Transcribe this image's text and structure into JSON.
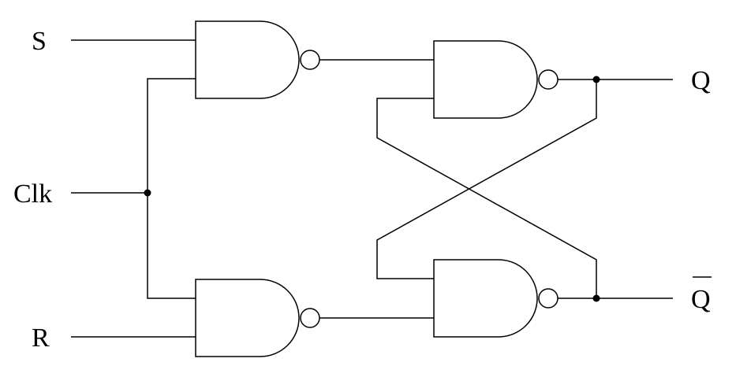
{
  "diagram": {
    "labels": {
      "s": "S",
      "clk": "Clk",
      "r": "R",
      "q": "Q",
      "q_bar": "Q"
    },
    "q_bar_has_overline": true,
    "gate_type": "NAND",
    "colors": {
      "line": "#000000",
      "background": "#ffffff"
    }
  }
}
